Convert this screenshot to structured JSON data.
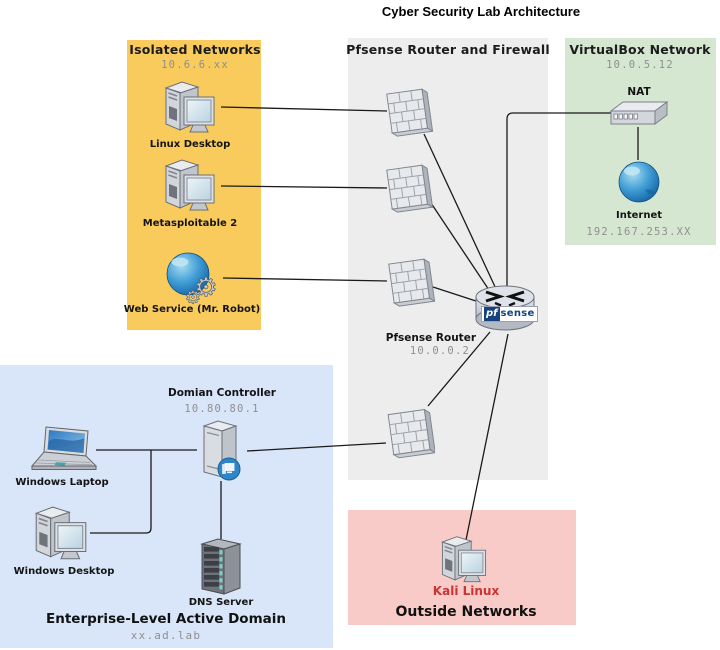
{
  "title": "Cyber Security Lab Architecture",
  "colors": {
    "isolated_bg": "#f9cb5d",
    "firewall_zone_bg": "#ededed",
    "virtualbox_bg": "#d6e7d1",
    "enterprise_bg": "#d9e6f9",
    "outside_bg": "#f8cbc8",
    "ip_text": "#8f8f8f",
    "kali_text": "#cc3333",
    "pfsense_logo_blue": "#16437e"
  },
  "isolated": {
    "title": "Isolated Networks",
    "subnet": "10.6.6.xx",
    "linux_label": "Linux Desktop",
    "metasploitable_label": "Metasploitable 2",
    "webservice_label": "Web Service (Mr. Robot)"
  },
  "pfsense_zone": {
    "title": "Pfsense Router and Firewall",
    "router_label": "Pfsense Router",
    "router_ip": "10.0.0.2",
    "logo_pf": "pf",
    "logo_sense": "sense"
  },
  "virtualbox": {
    "title": "VirtualBox Network",
    "subnet": "10.0.5.12",
    "nat_label": "NAT",
    "internet_label": "Internet",
    "internet_ip": "192.167.253.XX"
  },
  "enterprise": {
    "title": "Enterprise-Level Active Domain",
    "domain": "xx.ad.lab",
    "dc_label": "Domian Controller",
    "dc_ip": "10.80.80.1",
    "laptop_label": "Windows Laptop",
    "desktop_label": "Windows Desktop",
    "dns_label": "DNS Server"
  },
  "outside": {
    "title": "Outside Networks",
    "kali_label": "Kali Linux"
  }
}
